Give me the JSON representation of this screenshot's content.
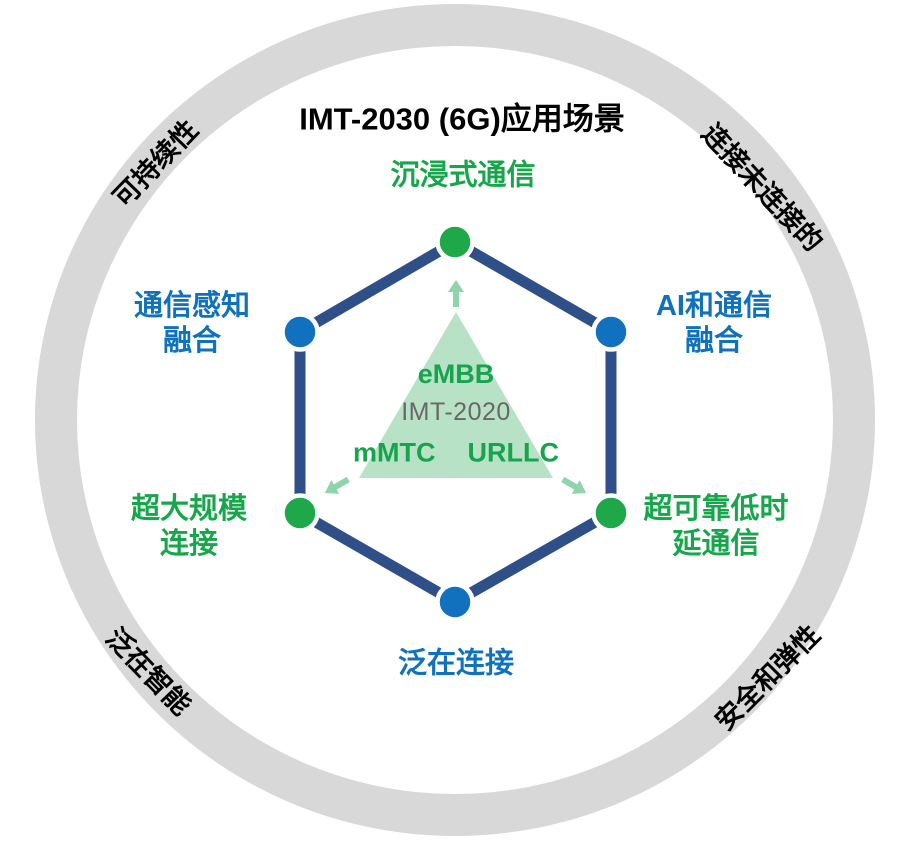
{
  "title": "IMT-2030 (6G)应用场景",
  "ring_labels": {
    "top_left": "可持续性",
    "top_right": "连接未连接的",
    "bottom_left": "泛在智能",
    "bottom_right": "安全和弹性"
  },
  "scenarios": {
    "top": {
      "label": "沉浸式通信",
      "color": "green"
    },
    "upper_left": {
      "label": "通信感知\n融合",
      "color": "blue"
    },
    "upper_right": {
      "label": "AI和通信\n融合",
      "color": "blue"
    },
    "lower_left": {
      "label": "超大规模\n连接",
      "color": "green"
    },
    "lower_right": {
      "label": "超可靠低时\n延通信",
      "color": "green"
    },
    "bottom": {
      "label": "泛在连接",
      "color": "blue"
    }
  },
  "imt2020": {
    "label": "IMT-2020",
    "usage_scenarios": [
      "eMBB",
      "mMTC",
      "URLLC"
    ]
  },
  "colors": {
    "scenario_green": "#17a74b",
    "scenario_blue": "#1072bc",
    "hexagon_edge_navy": "#2e4f88",
    "node_green": "#1fa849",
    "node_blue": "#1171bf",
    "triangle_fill": "#b7e2c5",
    "arrow_green": "#8fd4ab",
    "ring_gray": "#d8d8d8",
    "title_black": "#000000",
    "imt2020_gray": "#686868"
  }
}
